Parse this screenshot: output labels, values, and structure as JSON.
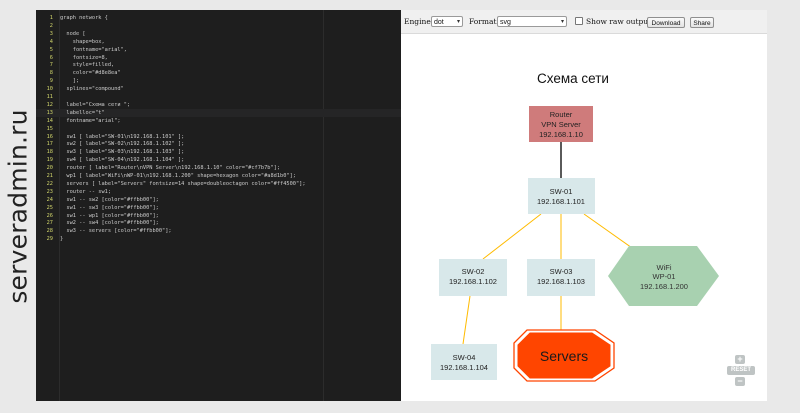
{
  "watermark": "serveradmin.ru",
  "editor": {
    "lines": [
      {
        "n": "1",
        "text": "graph network {"
      },
      {
        "n": "2",
        "text": ""
      },
      {
        "n": "3",
        "text": "  node ["
      },
      {
        "n": "4",
        "text": "    shape=box,"
      },
      {
        "n": "5",
        "text": "    fontname=\"arial\","
      },
      {
        "n": "6",
        "text": "    fontsize=8,"
      },
      {
        "n": "7",
        "text": "    style=filled,"
      },
      {
        "n": "8",
        "text": "    color=\"#d8e8ea\""
      },
      {
        "n": "9",
        "text": "    ];"
      },
      {
        "n": "10",
        "text": "  splines=\"compound\""
      },
      {
        "n": "11",
        "text": ""
      },
      {
        "n": "12",
        "text": "  label=\"Схема сети \";"
      },
      {
        "n": "13",
        "text": "  labelloc=\"t\""
      },
      {
        "n": "14",
        "text": "  fontname=\"arial\";"
      },
      {
        "n": "15",
        "text": ""
      },
      {
        "n": "16",
        "text": "  sw1 [ label=\"SW-01\\n192.168.1.101\" ];"
      },
      {
        "n": "17",
        "text": "  sw2 [ label=\"SW-02\\n192.168.1.102\" ];"
      },
      {
        "n": "18",
        "text": "  sw3 [ label=\"SW-03\\n192.168.1.103\" ];"
      },
      {
        "n": "19",
        "text": "  sw4 [ label=\"SW-04\\n192.168.1.104\" ];"
      },
      {
        "n": "20",
        "text": "  router [ label=\"Router\\nVPN Server\\n192.168.1.10\" color=\"#cf7b7b\"];"
      },
      {
        "n": "21",
        "text": "  wp1 [ label=\"WiFi\\nWP-01\\n192.168.1.200\" shape=hexagon color=\"#a8d1b0\"];"
      },
      {
        "n": "22",
        "text": "  servers [ label=\"Servers\" fontsize=14 shape=doubleoctagon color=\"#ff4500\"];"
      },
      {
        "n": "23",
        "text": "  router -- sw1;"
      },
      {
        "n": "24",
        "text": "  sw1 -- sw2 [color=\"#ffbb00\"];"
      },
      {
        "n": "25",
        "text": "  sw1 -- sw3 [color=\"#ffbb00\"];"
      },
      {
        "n": "26",
        "text": "  sw1 -- wp1 [color=\"#ffbb00\"];"
      },
      {
        "n": "27",
        "text": "  sw2 -- sw4 [color=\"#ffbb00\"];"
      },
      {
        "n": "28",
        "text": "  sw3 -- servers [color=\"#ffbb00\"];"
      },
      {
        "n": "29",
        "text": "}"
      }
    ]
  },
  "toolbar": {
    "engine_label": "Engine:",
    "engine_value": "dot",
    "format_label": "Format:",
    "format_value": "svg",
    "raw_output_label": "Show raw output",
    "raw_output_checked": false,
    "download_label": "Download",
    "share_label": "Share"
  },
  "graph": {
    "title": "Схема сети",
    "edge_color_default": "#000000",
    "edge_color_accent": "#ffbb00",
    "nodes": {
      "router": {
        "lines": [
          "Router",
          "VPN Server",
          "192.168.1.10"
        ],
        "color": "#cf7b7b"
      },
      "sw1": {
        "lines": [
          "SW-01",
          "192.168.1.101"
        ],
        "color": "#d8e8ea"
      },
      "sw2": {
        "lines": [
          "SW-02",
          "192.168.1.102"
        ],
        "color": "#d8e8ea"
      },
      "sw3": {
        "lines": [
          "SW-03",
          "192.168.1.103"
        ],
        "color": "#d8e8ea"
      },
      "sw4": {
        "lines": [
          "SW-04",
          "192.168.1.104"
        ],
        "color": "#d8e8ea"
      },
      "wp1": {
        "lines": [
          "WiFi",
          "WP-01",
          "192.168.1.200"
        ],
        "color": "#a8d1b0"
      },
      "servers": {
        "lines": [
          "Servers"
        ],
        "color": "#ff4500"
      }
    }
  },
  "zoom": {
    "plus": "+",
    "reset": "RESET",
    "minus": "−"
  }
}
